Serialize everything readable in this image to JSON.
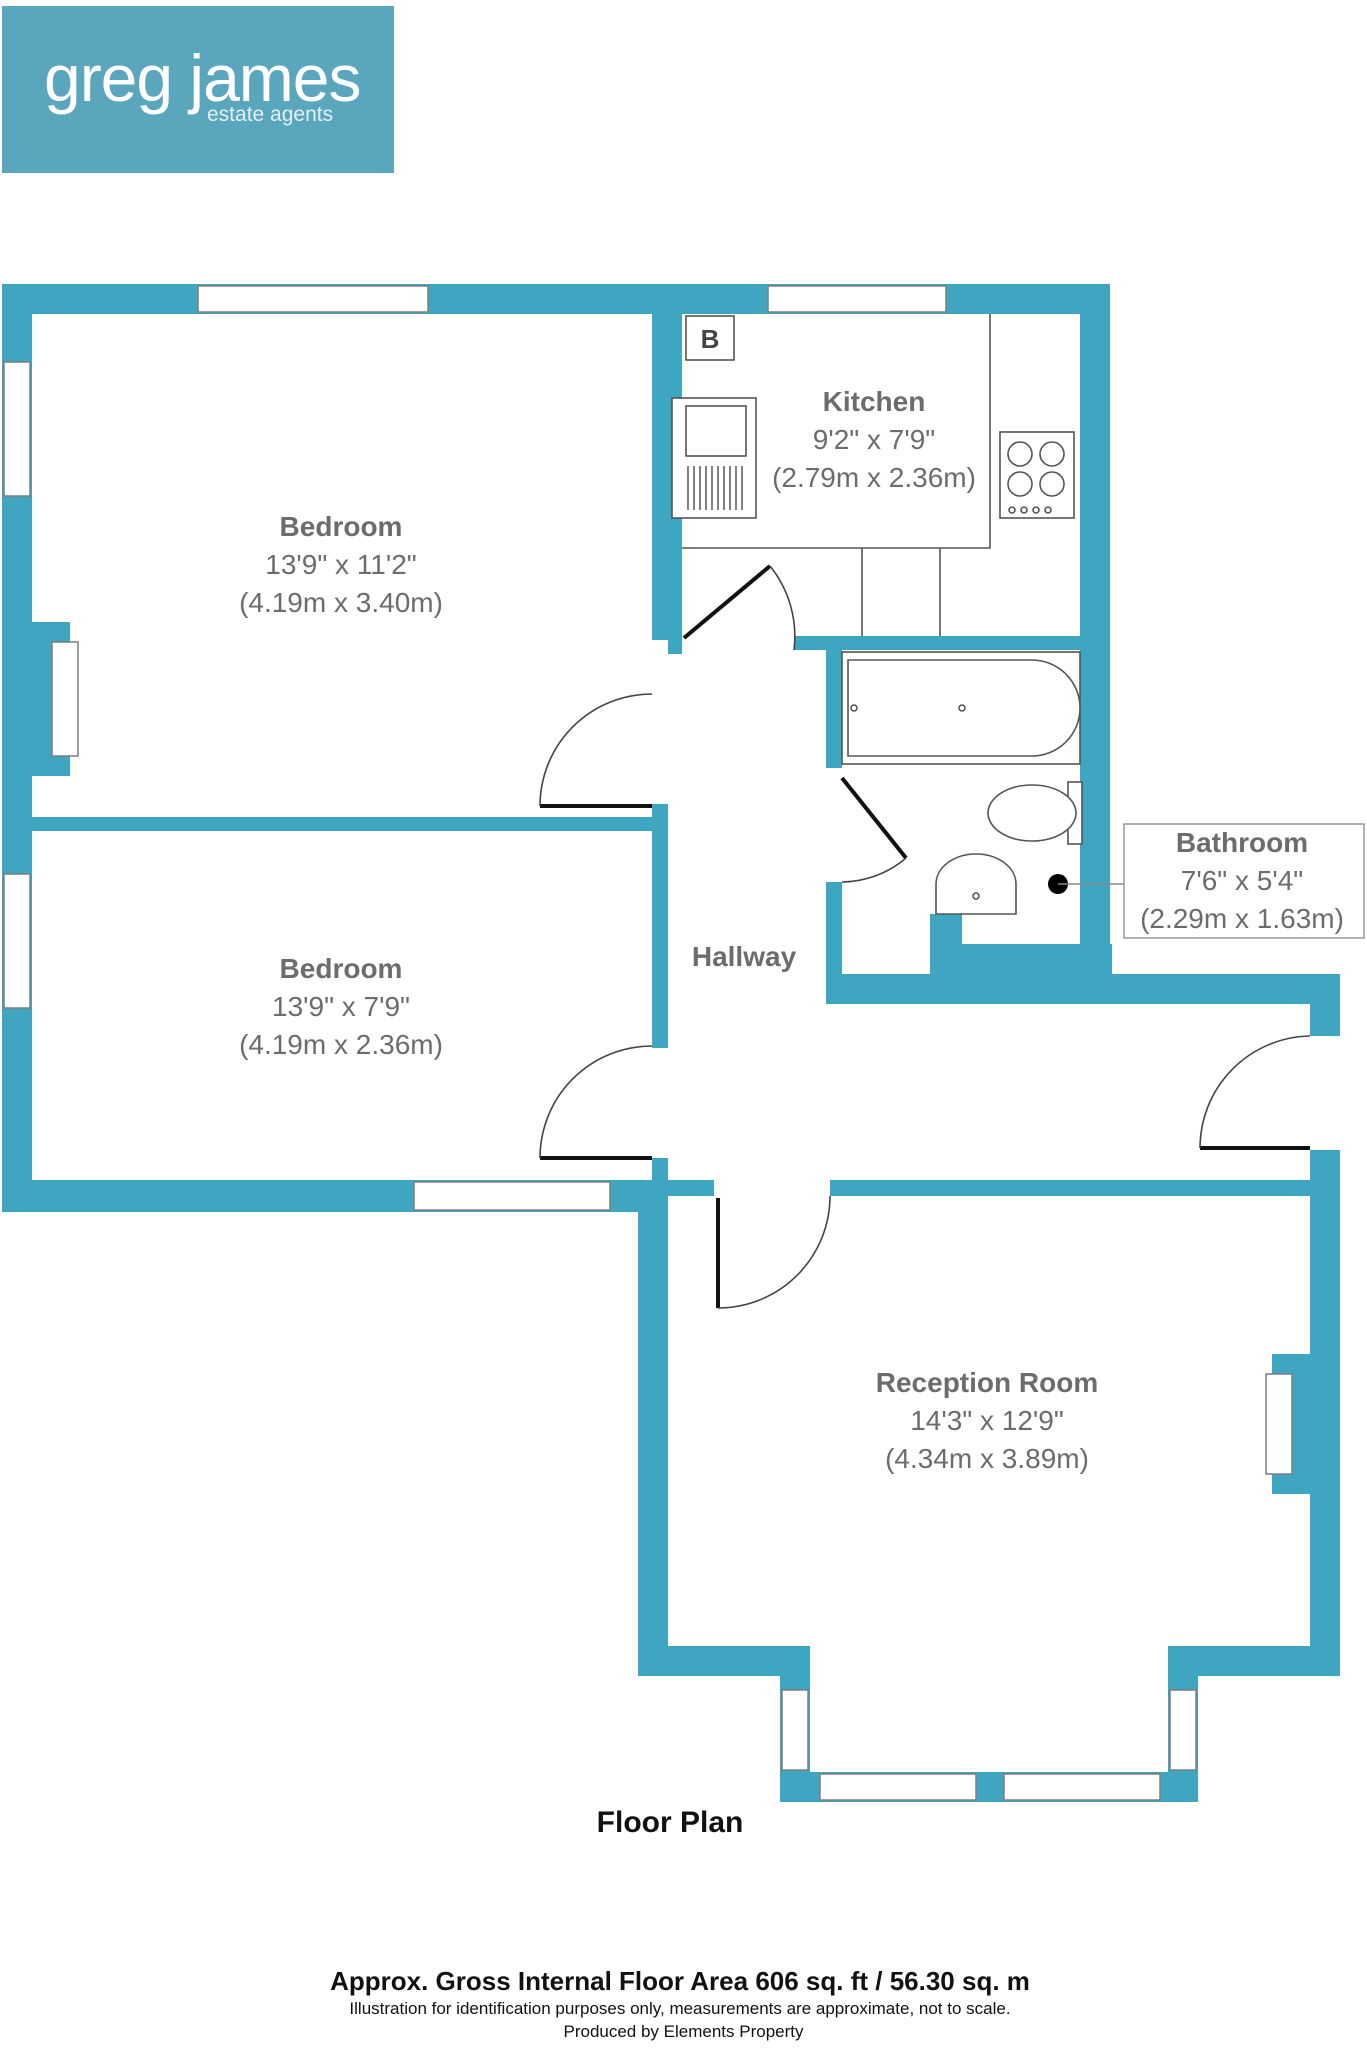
{
  "agency": {
    "name": "greg james",
    "tagline": "estate agents",
    "brand_color": "#5aa6bd",
    "wall_color": "#3ea6c1"
  },
  "rooms": [
    {
      "id": "bedroom-1",
      "name": "Bedroom",
      "imperial": "13'9\" x 11'2\"",
      "metric": "(4.19m x 3.40m)"
    },
    {
      "id": "bedroom-2",
      "name": "Bedroom",
      "imperial": "13'9\" x 7'9\"",
      "metric": "(4.19m x 2.36m)"
    },
    {
      "id": "kitchen",
      "name": "Kitchen",
      "imperial": "9'2\" x 7'9\"",
      "metric": "(2.79m x 2.36m)"
    },
    {
      "id": "bathroom",
      "name": "Bathroom",
      "imperial": "7'6\" x 5'4\"",
      "metric": "(2.29m x 1.63m)"
    },
    {
      "id": "hallway",
      "name": "Hallway"
    },
    {
      "id": "reception",
      "name": "Reception Room",
      "imperial": "14'3\" x 12'9\"",
      "metric": "(4.34m x 3.89m)"
    }
  ],
  "boiler_label": "B",
  "plan_title": "Floor Plan",
  "footer": {
    "area": "Approx. Gross Internal Floor Area 606 sq. ft / 56.30 sq. m",
    "note": "Illustration for identification purposes only, measurements are approximate, not to scale.",
    "producer": "Produced by Elements Property"
  }
}
